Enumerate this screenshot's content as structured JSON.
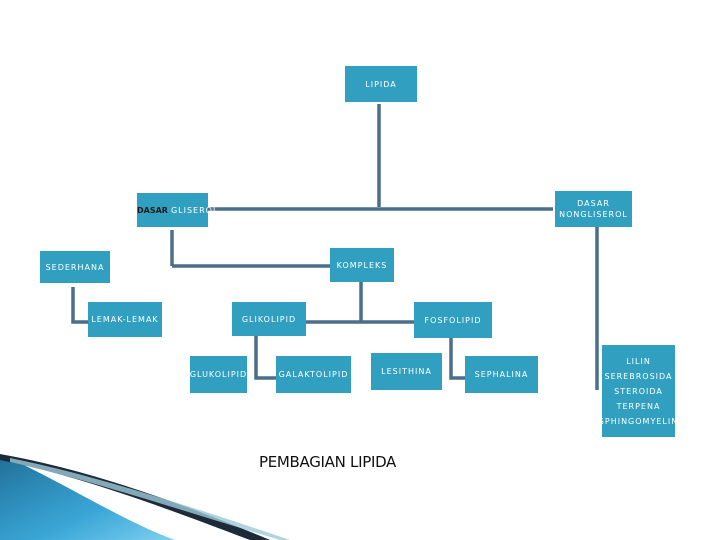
{
  "nodes": {
    "root": "LIPIDA",
    "dasar_gliserol_bold": "DASAR",
    "dasar_gliserol_rest": "GLISEROL",
    "dasar_nongliserol": [
      "DASAR",
      "NONGLISEROL"
    ],
    "sederhana": "SEDERHANA",
    "kompleks": "KOMPLEKS",
    "lemak_lemak": "LEMAK-LEMAK",
    "glikolipid": "GLIKOLIPID",
    "fosfolipid": "FOSFOLIPID",
    "glukolipid": "GLUKOLIPID",
    "galaktolipid": "GALAKTOLIPID",
    "lesithina": "LESITHINA",
    "sephalina": "SEPHALINA",
    "nongliserol_list": [
      "LILIN",
      "SEREBROSIDA",
      "STEROIDA",
      "TERPENA",
      "SPHINGOMYELIN"
    ]
  },
  "caption": "PEMBAGIAN LIPIDA",
  "colors": {
    "box": "#31a0c0",
    "connector": "#4a6f88",
    "text": "#ffffff"
  }
}
